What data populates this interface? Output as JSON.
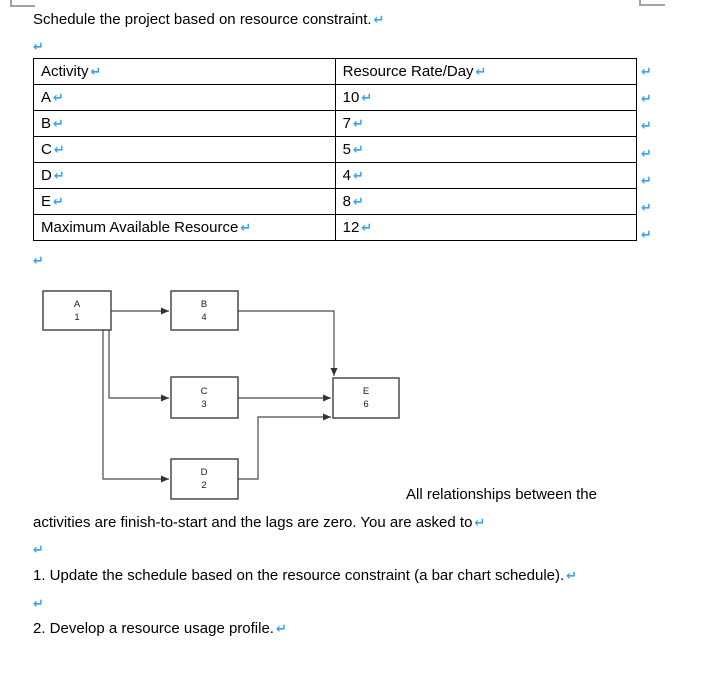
{
  "marks": {
    "return": "↵"
  },
  "document": {
    "intro": "Schedule the project based on resource constraint.",
    "wrap_line1": "All relationships between the",
    "wrap_line2": "activities are finish-to-start and the lags are zero. You are asked to",
    "task1": "1. Update the schedule based on the resource constraint (a bar chart schedule).",
    "task2": "2. Develop a resource usage profile."
  },
  "table": {
    "headers": {
      "activity": "Activity",
      "rate": "Resource Rate/Day"
    },
    "rows": [
      {
        "activity": "A",
        "rate": "10"
      },
      {
        "activity": "B",
        "rate": "7"
      },
      {
        "activity": "C",
        "rate": "5"
      },
      {
        "activity": "D",
        "rate": "4"
      },
      {
        "activity": "E",
        "rate": "8"
      },
      {
        "activity": "Maximum Available Resource",
        "rate": "12"
      }
    ]
  },
  "diagram": {
    "nodes": [
      {
        "id": "A",
        "duration": "1"
      },
      {
        "id": "B",
        "duration": "4"
      },
      {
        "id": "C",
        "duration": "3"
      },
      {
        "id": "D",
        "duration": "2"
      },
      {
        "id": "E",
        "duration": "6"
      }
    ],
    "edges": [
      {
        "from": "A",
        "to": "B"
      },
      {
        "from": "A",
        "to": "C"
      },
      {
        "from": "A",
        "to": "D"
      },
      {
        "from": "B",
        "to": "E"
      },
      {
        "from": "C",
        "to": "E"
      },
      {
        "from": "D",
        "to": "E"
      }
    ]
  },
  "colors": {
    "return_mark": "#3BA3E9",
    "crop_mark": "#A3A3A3",
    "table_border": "#000000",
    "diagram_stroke": "#4A4A4A"
  }
}
